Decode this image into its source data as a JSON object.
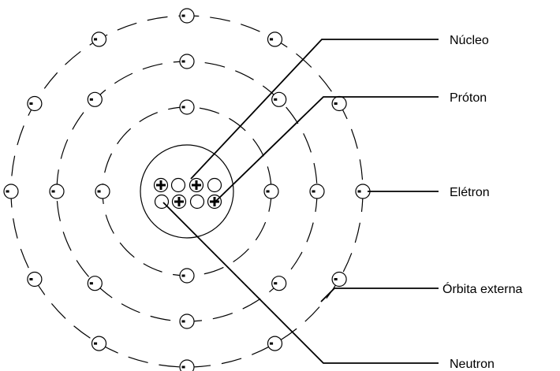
{
  "labels": {
    "nucleus": "Núcleo",
    "proton": "Próton",
    "electron": "Elétron",
    "outer_orbit": "Órbita externa",
    "neutron": "Neutron"
  },
  "counts": {
    "electrons_per_orbit": [
      4,
      8,
      12
    ],
    "protons": 4,
    "neutrons": 4
  },
  "colors": {
    "stroke": "#000000",
    "background": "#ffffff"
  }
}
